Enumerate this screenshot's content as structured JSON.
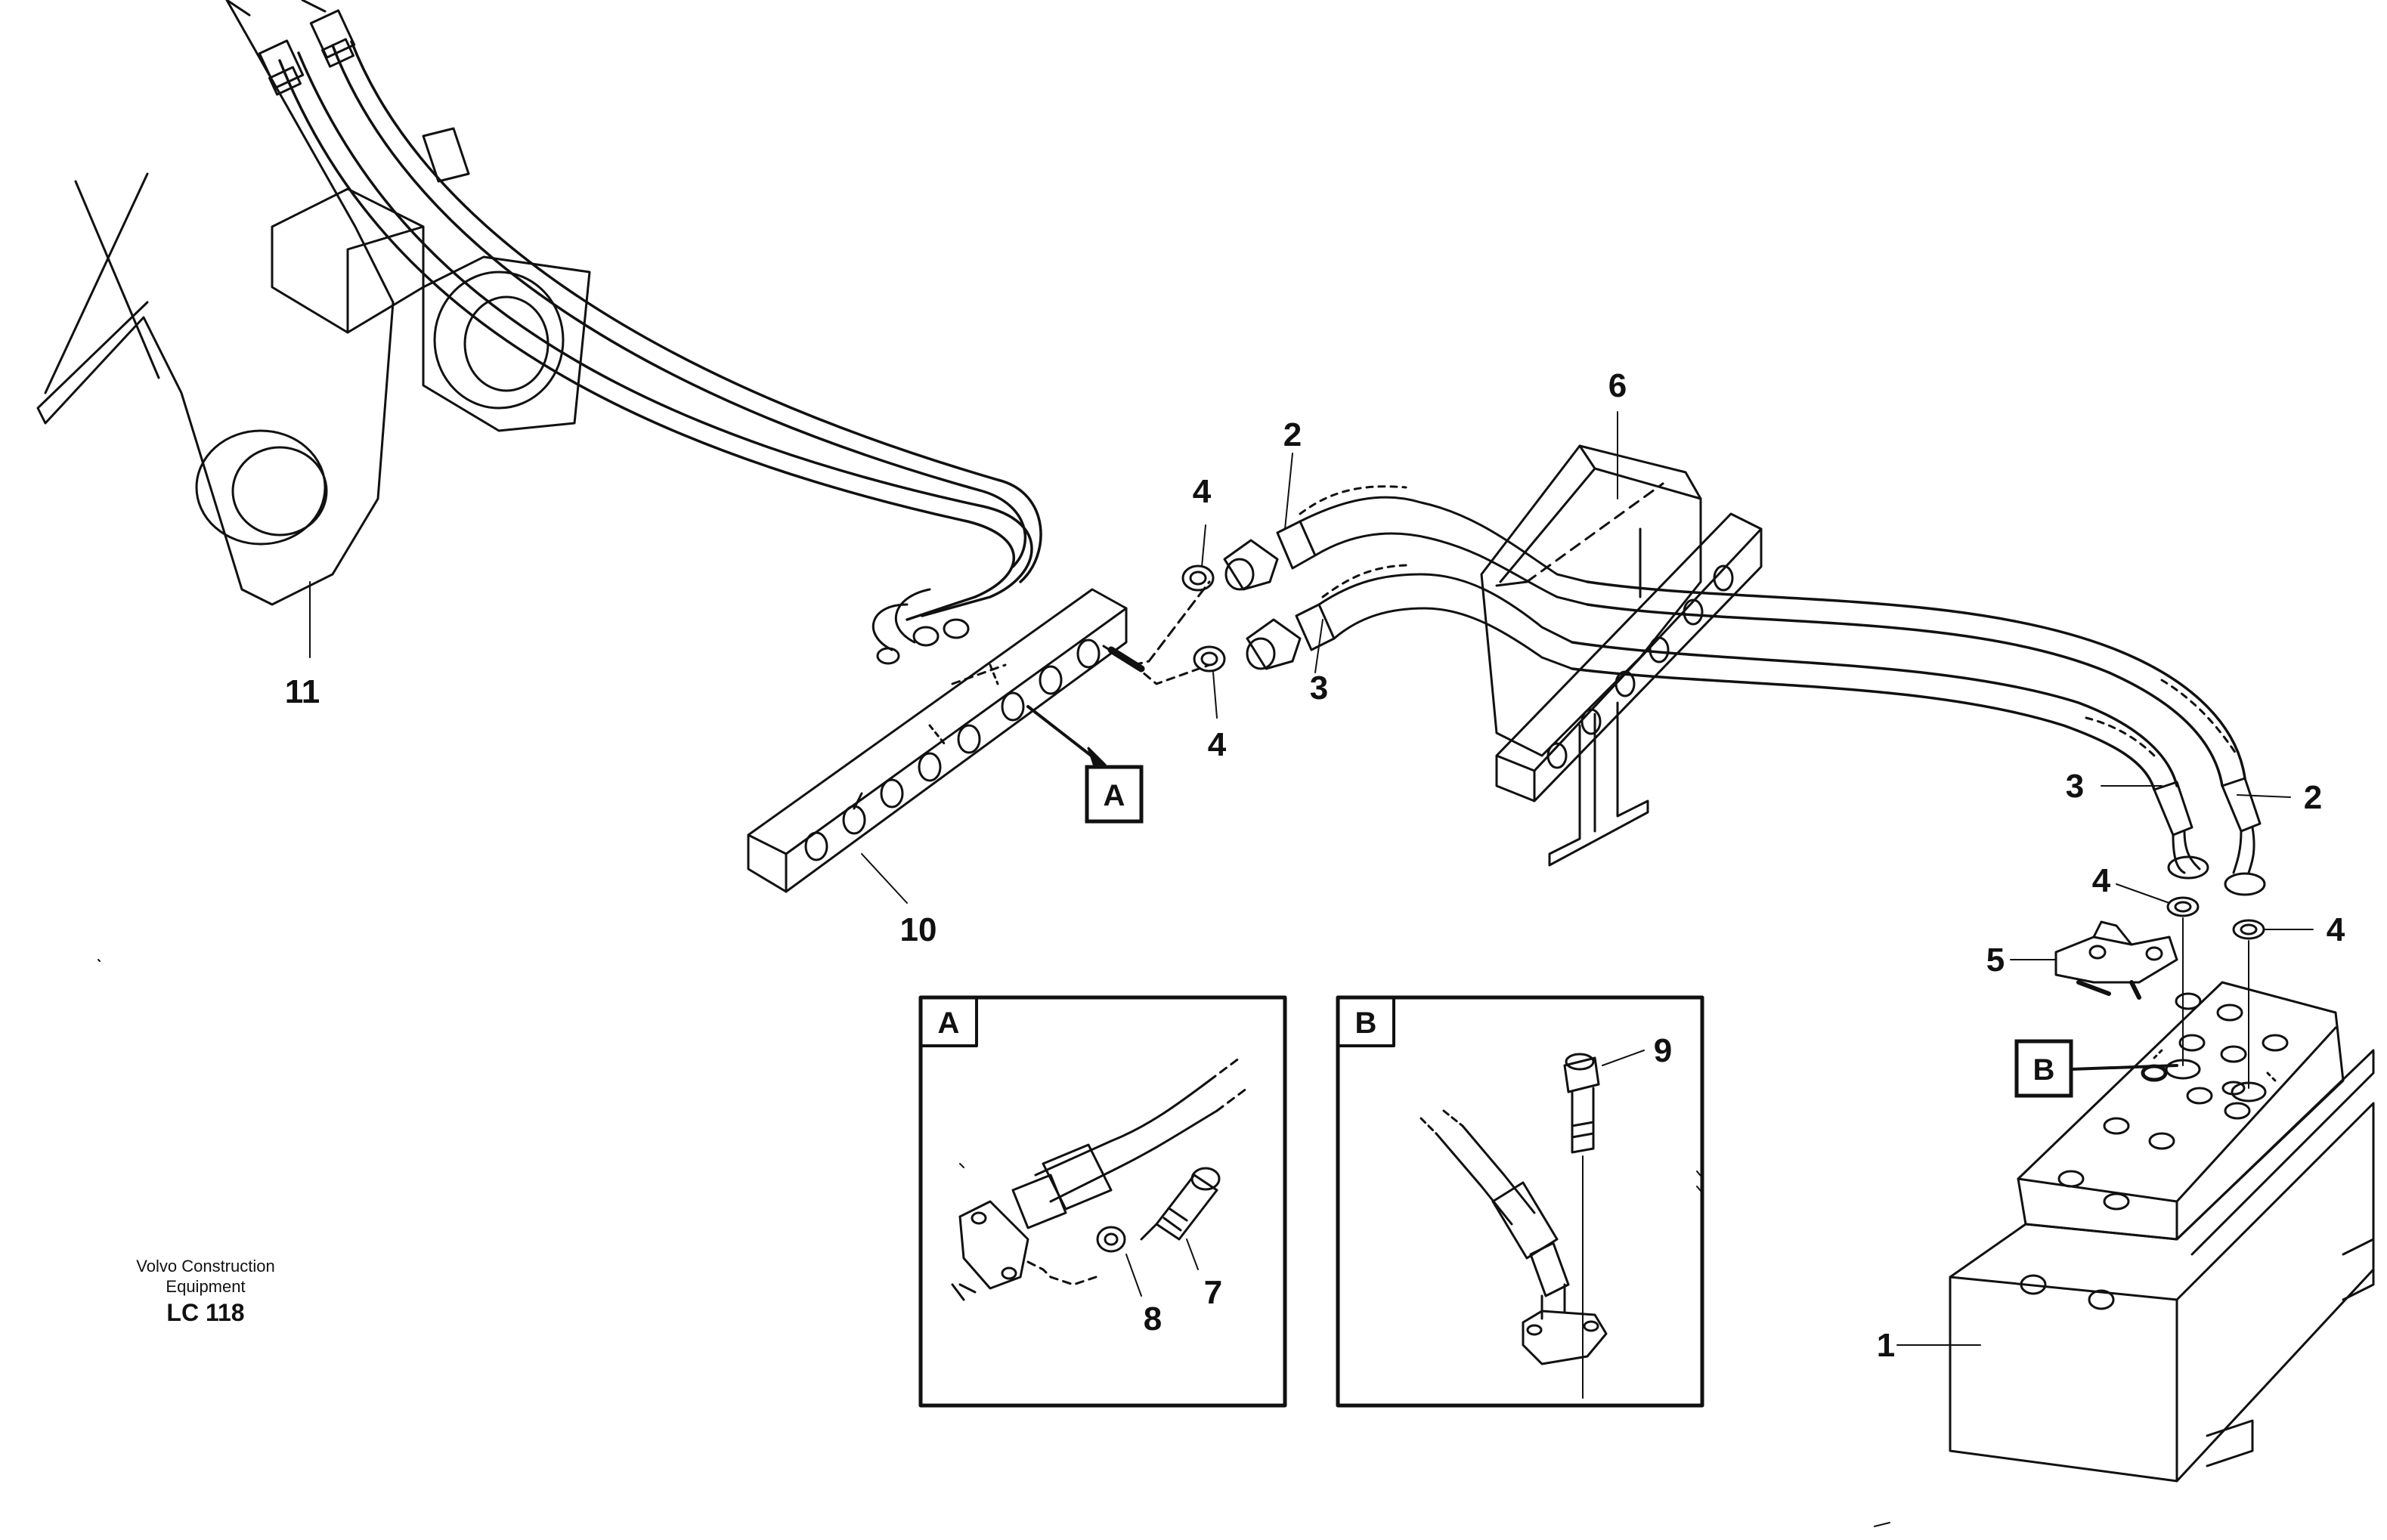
{
  "publisher": {
    "line1": "Volvo Construction",
    "line2": "Equipment",
    "code": "LC 118"
  },
  "callouts": {
    "c1": "1",
    "c2a": "2",
    "c2b": "2",
    "c3a": "3",
    "c3b": "3",
    "c4a": "4",
    "c4b": "4",
    "c4c": "4",
    "c4d": "4",
    "c5": "5",
    "c6": "6",
    "c7": "7",
    "c8": "8",
    "c9": "9",
    "c10": "10",
    "c11": "11"
  },
  "views": {
    "a": "A",
    "b": "B"
  },
  "colors": {
    "line": "#111111",
    "paper": "#ffffff"
  }
}
